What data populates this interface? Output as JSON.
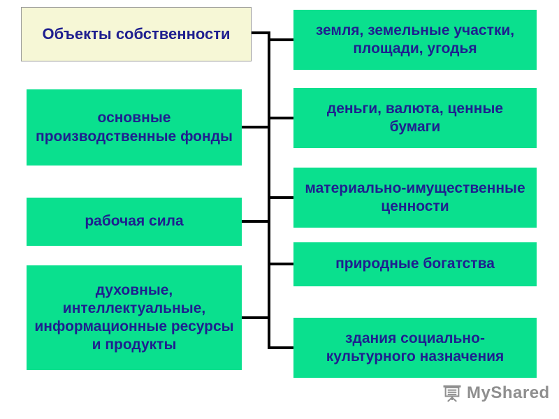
{
  "diagram": {
    "title": {
      "label": "Объекты собственности"
    },
    "left_items": [
      {
        "label": "основные производственные фонды"
      },
      {
        "label": "рабочая сила"
      },
      {
        "label": "духовные, интеллектуальные, информационные ресурсы и продукты"
      }
    ],
    "right_items": [
      {
        "label": "земля, земельные участки, площади, угодья"
      },
      {
        "label": "деньги, валюта, ценные бумаги"
      },
      {
        "label": "материально-имущественные ценности"
      },
      {
        "label": "природные богатства"
      },
      {
        "label": "здания социально-культурного назначения"
      }
    ],
    "colors": {
      "box_green": "#0ae08e",
      "title_background": "#f6f7d6",
      "text_blue": "#1f1f8f",
      "line_black": "#000000"
    }
  },
  "watermark": {
    "label": "MyShared",
    "icon": "projector-screen-icon"
  }
}
